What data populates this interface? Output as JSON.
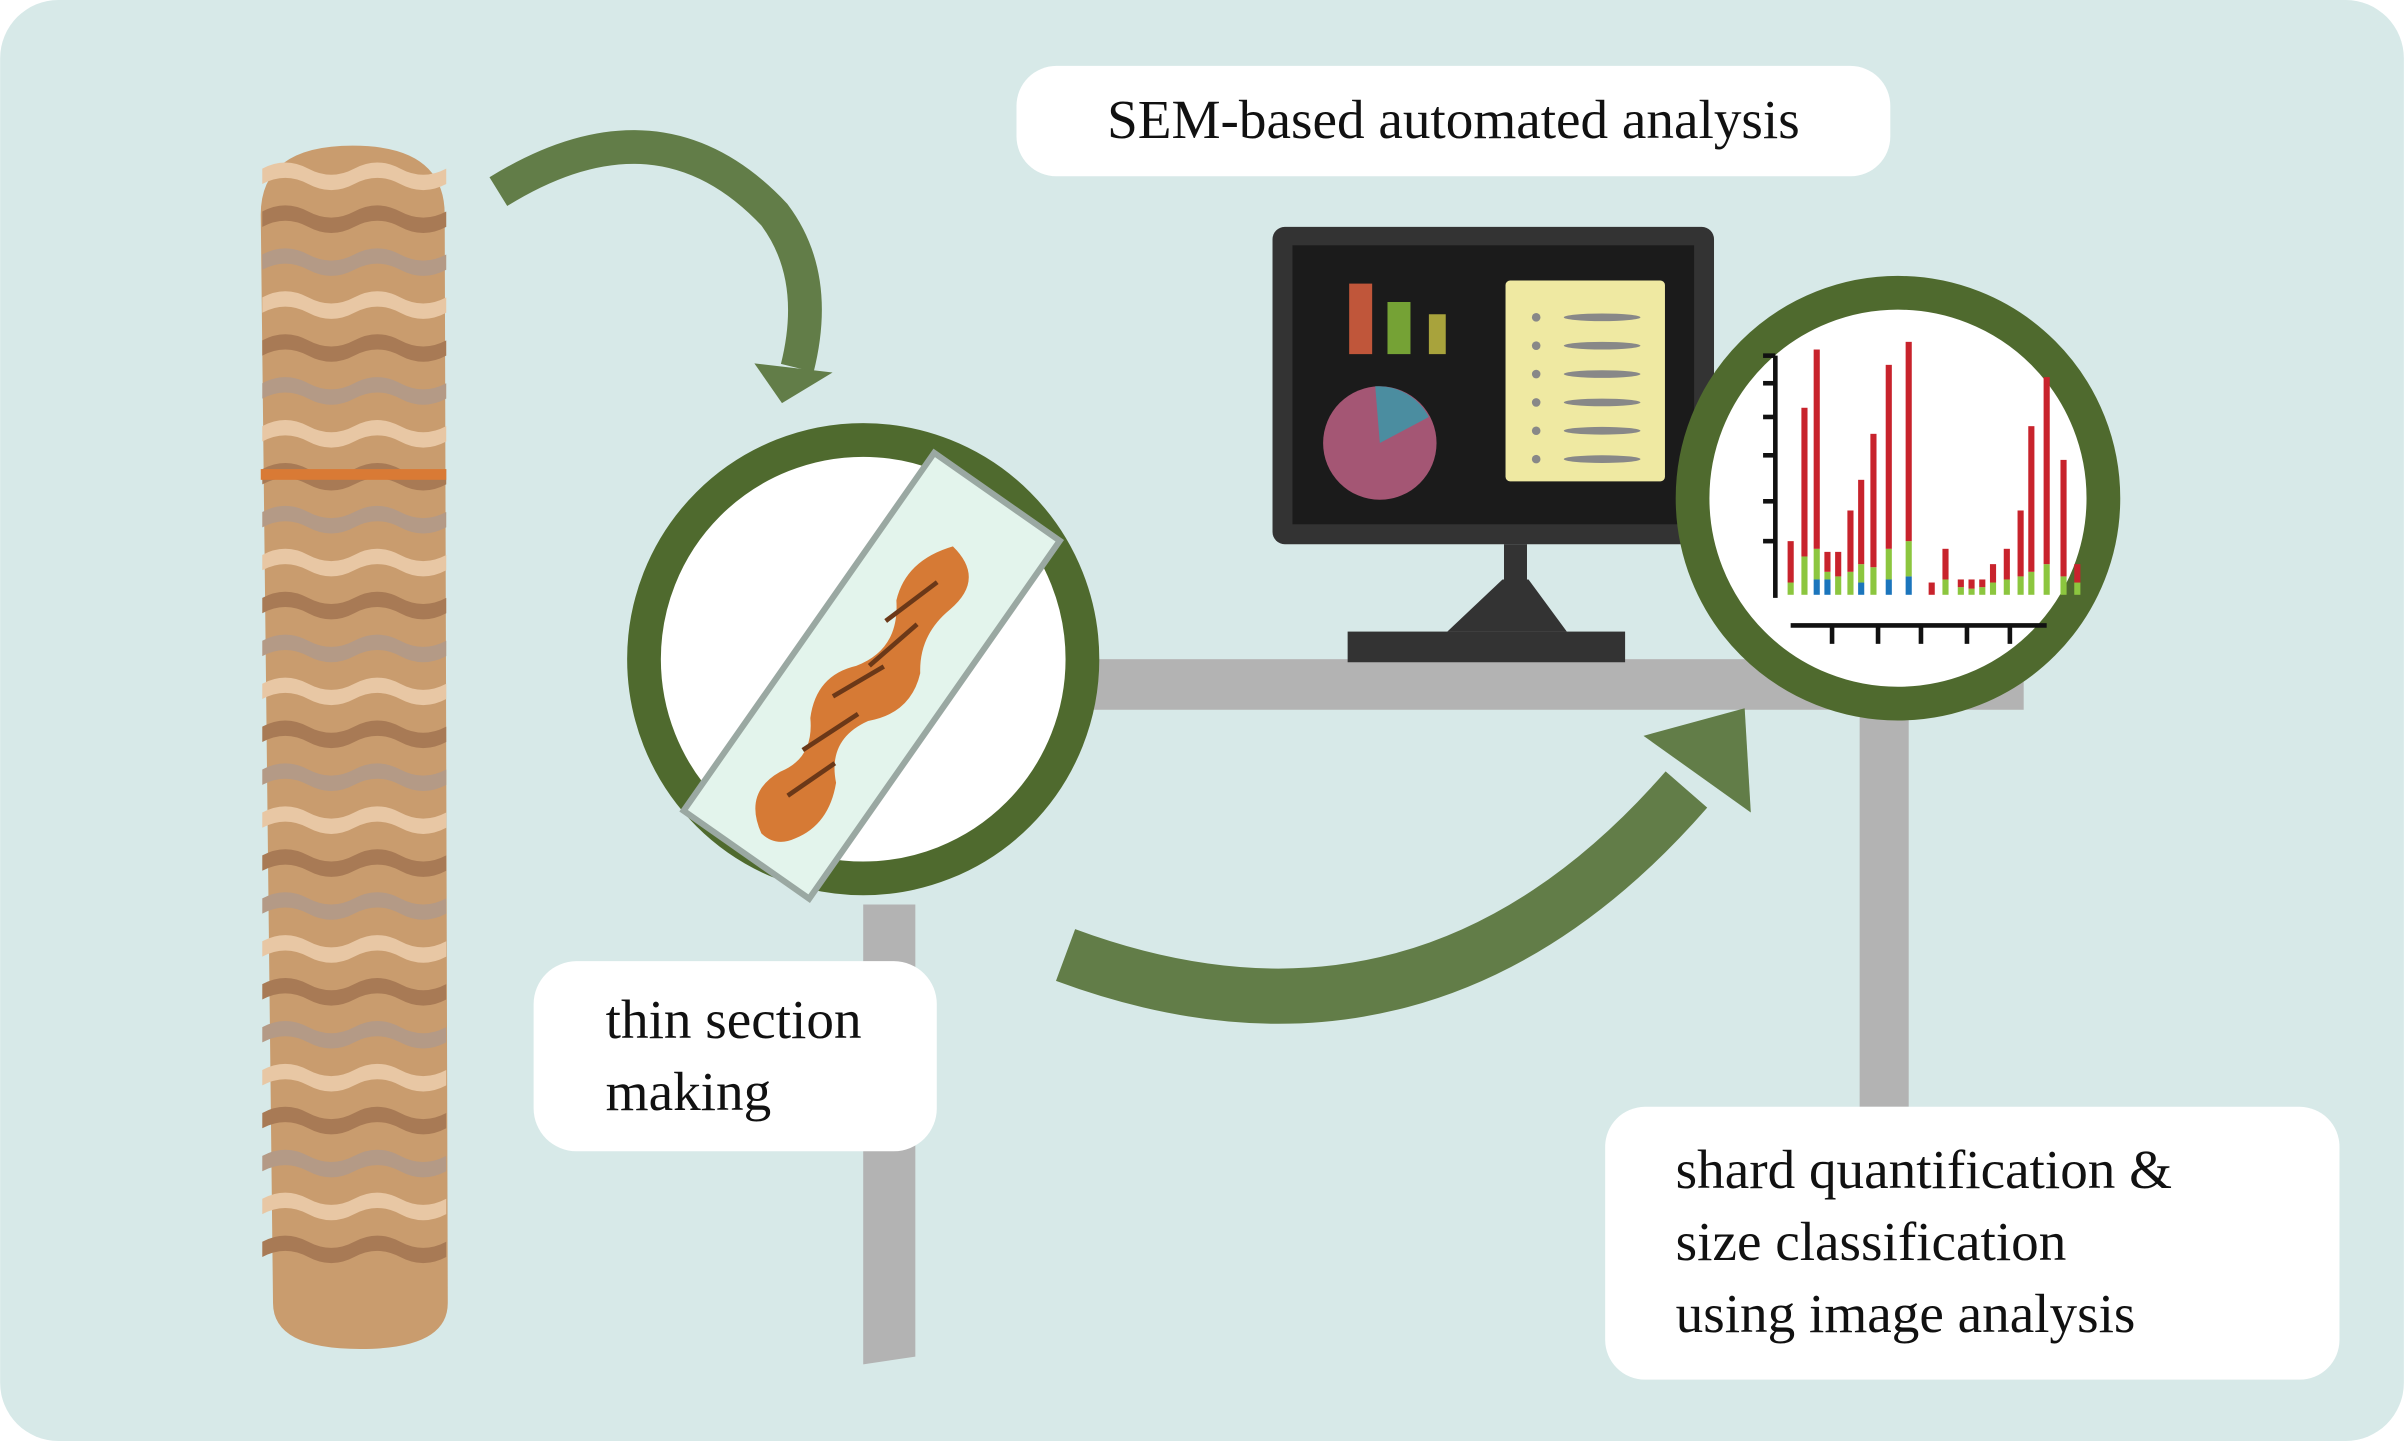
{
  "labels": {
    "sem": "SEM-based automated analysis",
    "thin_line1": "thin section",
    "thin_line2": "making",
    "shard_line1": "shard quantification &",
    "shard_line2": "size classification",
    "shard_line3": "using image analysis"
  },
  "colors": {
    "background": "#d7e9e8",
    "ring": "#4f6a2e",
    "arrow": "#627d48",
    "table": "#b3b3b3",
    "core": "#c99c6e",
    "bar_red": "#c8232c",
    "bar_green": "#8cc63f",
    "bar_blue": "#1b75bc"
  },
  "histogram_icon": {
    "bars": [
      [
        0,
        8,
        35
      ],
      [
        0,
        25,
        122
      ],
      [
        10,
        30,
        160
      ],
      [
        10,
        15,
        28
      ],
      [
        0,
        12,
        28
      ],
      [
        0,
        15,
        55
      ],
      [
        8,
        20,
        75
      ],
      [
        0,
        18,
        105
      ],
      [
        10,
        30,
        150
      ],
      [
        12,
        35,
        165
      ],
      [
        0,
        0,
        8
      ],
      [
        0,
        10,
        30
      ],
      [
        0,
        5,
        10
      ],
      [
        0,
        4,
        10
      ],
      [
        0,
        5,
        10
      ],
      [
        0,
        8,
        20
      ],
      [
        0,
        10,
        30
      ],
      [
        0,
        12,
        55
      ],
      [
        0,
        15,
        110
      ],
      [
        0,
        20,
        142
      ],
      [
        0,
        12,
        88
      ],
      [
        0,
        8,
        20
      ]
    ]
  }
}
